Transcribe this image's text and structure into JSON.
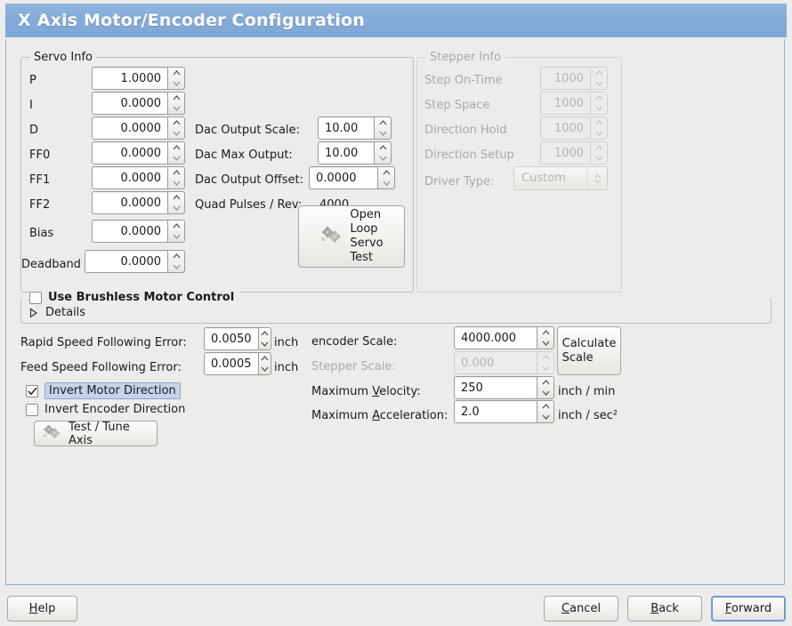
{
  "window": {
    "title": "X Axis Motor/Encoder Configuration"
  },
  "servo_info": {
    "frame_title": "Servo Info",
    "rows": [
      {
        "label": "P",
        "value": "1.0000"
      },
      {
        "label": "I",
        "value": "0.0000"
      },
      {
        "label": "D",
        "value": "0.0000"
      },
      {
        "label": "FF0",
        "value": "0.0000"
      },
      {
        "label": "FF1",
        "value": "0.0000"
      },
      {
        "label": "FF2",
        "value": "0.0000"
      },
      {
        "label": "Bias",
        "value": "0.0000"
      },
      {
        "label": "Deadband",
        "value": "0.0000"
      }
    ]
  },
  "dac": {
    "output_scale_label": "Dac Output Scale:",
    "output_scale_value": "10.00",
    "max_output_label": "Dac Max Output:",
    "max_output_value": "10.00",
    "output_offset_label": "Dac Output Offset:",
    "output_offset_value": "0.0000",
    "quad_pulses_label": "Quad Pulses / Rev:",
    "quad_pulses_value": "4000",
    "open_loop_line1": "Open",
    "open_loop_line2": "Loop",
    "open_loop_line3": "Servo",
    "open_loop_line4": "Test"
  },
  "stepper_info": {
    "frame_title": "Stepper Info",
    "rows": [
      {
        "label": "Step On-Time",
        "value": "1000"
      },
      {
        "label": "Step Space",
        "value": "1000"
      },
      {
        "label": "Direction Hold",
        "value": "1000"
      },
      {
        "label": "Direction Setup",
        "value": "1000"
      }
    ],
    "driver_type_label": "Driver Type:",
    "driver_type_value": "Custom"
  },
  "brushless": {
    "checkbox_label": "Use Brushless Motor Control",
    "checked": false,
    "details_label": "Details",
    "expanded": false
  },
  "following_error": {
    "rapid_label": "Rapid Speed Following Error:",
    "rapid_value": "0.0050",
    "rapid_units": "inch",
    "feed_label": "Feed Speed Following Error:",
    "feed_value": "0.0005",
    "feed_units": "inch"
  },
  "invert": {
    "motor_label": "Invert Motor Direction",
    "motor_checked": true,
    "encoder_label": "Invert Encoder Direction",
    "encoder_checked": false
  },
  "test_tune": {
    "label": "Test / Tune Axis"
  },
  "scales": {
    "encoder_label": "encoder Scale:",
    "encoder_value": "4000.000",
    "stepper_label": "Stepper Scale:",
    "stepper_value": "0.000",
    "calculate_line1": "Calculate",
    "calculate_line2": "Scale",
    "max_velocity_pre": "Maximum ",
    "max_velocity_mn": "V",
    "max_velocity_post": "elocity:",
    "max_velocity_value": "250",
    "max_velocity_units": "inch / min",
    "max_accel_pre": "Maximum ",
    "max_accel_mn": "A",
    "max_accel_post": "cceleration:",
    "max_accel_value": "2.0",
    "max_accel_units": "inch / sec²"
  },
  "footer": {
    "help_mn": "H",
    "help_rest": "elp",
    "cancel_mn": "C",
    "cancel_rest": "ancel",
    "back_mn": "B",
    "back_rest": "ack",
    "forward_mn": "F",
    "forward_rest": "orward"
  },
  "colors": {
    "titlebar_blue": "#83abd8",
    "panel_border": "#8fb0cf",
    "background": "#ececea",
    "focus_blue": "#6f9bd1",
    "selection_blue": "#c6d4e8",
    "disabled_text": "#a9a9a4"
  }
}
